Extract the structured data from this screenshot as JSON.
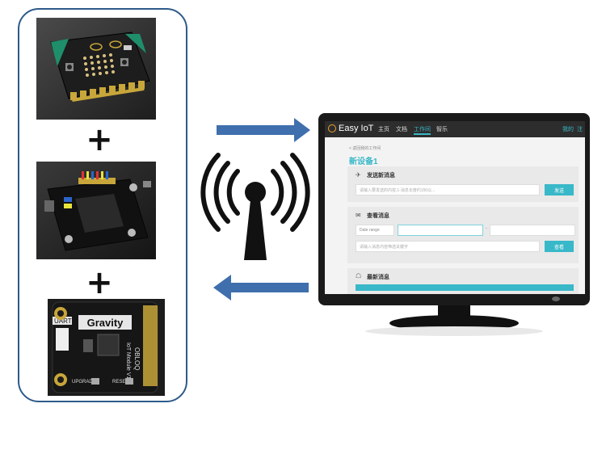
{
  "colors": {
    "frame": "#2e5a8a",
    "arrow": "#3f6fad",
    "accent": "#38b8c8"
  },
  "modules": {
    "top": {
      "icon": "microbit-board-icon"
    },
    "middle": {
      "icon": "expansion-board-icon"
    },
    "bottom": {
      "icon": "obloq-iot-module-icon",
      "brand": "Gravity",
      "uart": "UART",
      "name": "OBLOQ",
      "model": "IoT Module V1.0",
      "upgrade": "UPGRADE",
      "reset": "RESET"
    }
  },
  "plus_sign": "+",
  "screen": {
    "logo": "Easy IoT",
    "nav": [
      "主页",
      "文档",
      "工作间",
      "智乐"
    ],
    "nav_right": [
      "我的",
      "注"
    ],
    "breadcrumb": "< 返回我的工作间",
    "device_title": "新设备1",
    "send_section": {
      "title": "发送新消息",
      "placeholder": "请输入要发送的内容,1-消息长度约150以...",
      "button": "发送"
    },
    "view_section": {
      "title": "查看消息",
      "date_placeholder": "Date range",
      "filter_placeholder": "请输入消息内容筛选关键字",
      "button": "查看"
    },
    "latest_section": {
      "title": "最新消息"
    }
  }
}
